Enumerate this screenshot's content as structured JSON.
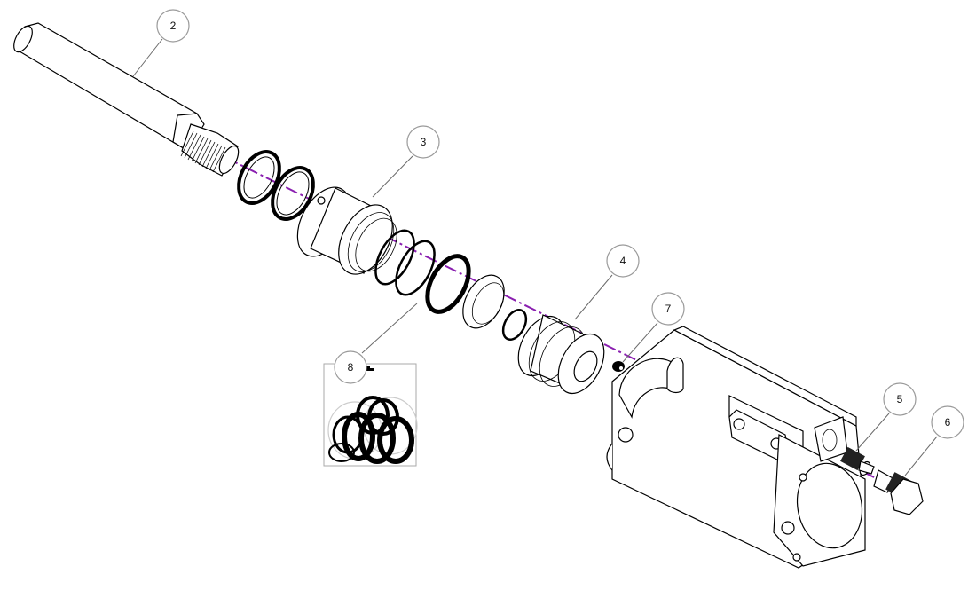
{
  "diagram": {
    "type": "exploded-parts-view",
    "axis_color": "#8a1fb0",
    "callouts": [
      {
        "id": "2",
        "label": "2",
        "part": "threaded-rod",
        "bubble": [
          195,
          29
        ],
        "target": [
          150,
          86
        ]
      },
      {
        "id": "3",
        "label": "3",
        "part": "gland",
        "bubble": [
          477,
          160
        ],
        "target": [
          420,
          222
        ]
      },
      {
        "id": "4",
        "label": "4",
        "part": "piston",
        "bubble": [
          702,
          294
        ],
        "target": [
          648,
          360
        ]
      },
      {
        "id": "5",
        "label": "5",
        "part": "fitting",
        "bubble": [
          1014,
          450
        ],
        "target": [
          965,
          508
        ]
      },
      {
        "id": "6",
        "label": "6",
        "part": "plug",
        "bubble": [
          1068,
          476
        ],
        "target": [
          1020,
          536
        ]
      },
      {
        "id": "7",
        "label": "7",
        "part": "set-screw",
        "bubble": [
          753,
          348
        ],
        "target": [
          702,
          408
        ]
      },
      {
        "id": "8",
        "label": "8",
        "part": "seal-kit",
        "bubble": [
          395,
          414
        ],
        "target": [
          470,
          342
        ]
      }
    ]
  }
}
